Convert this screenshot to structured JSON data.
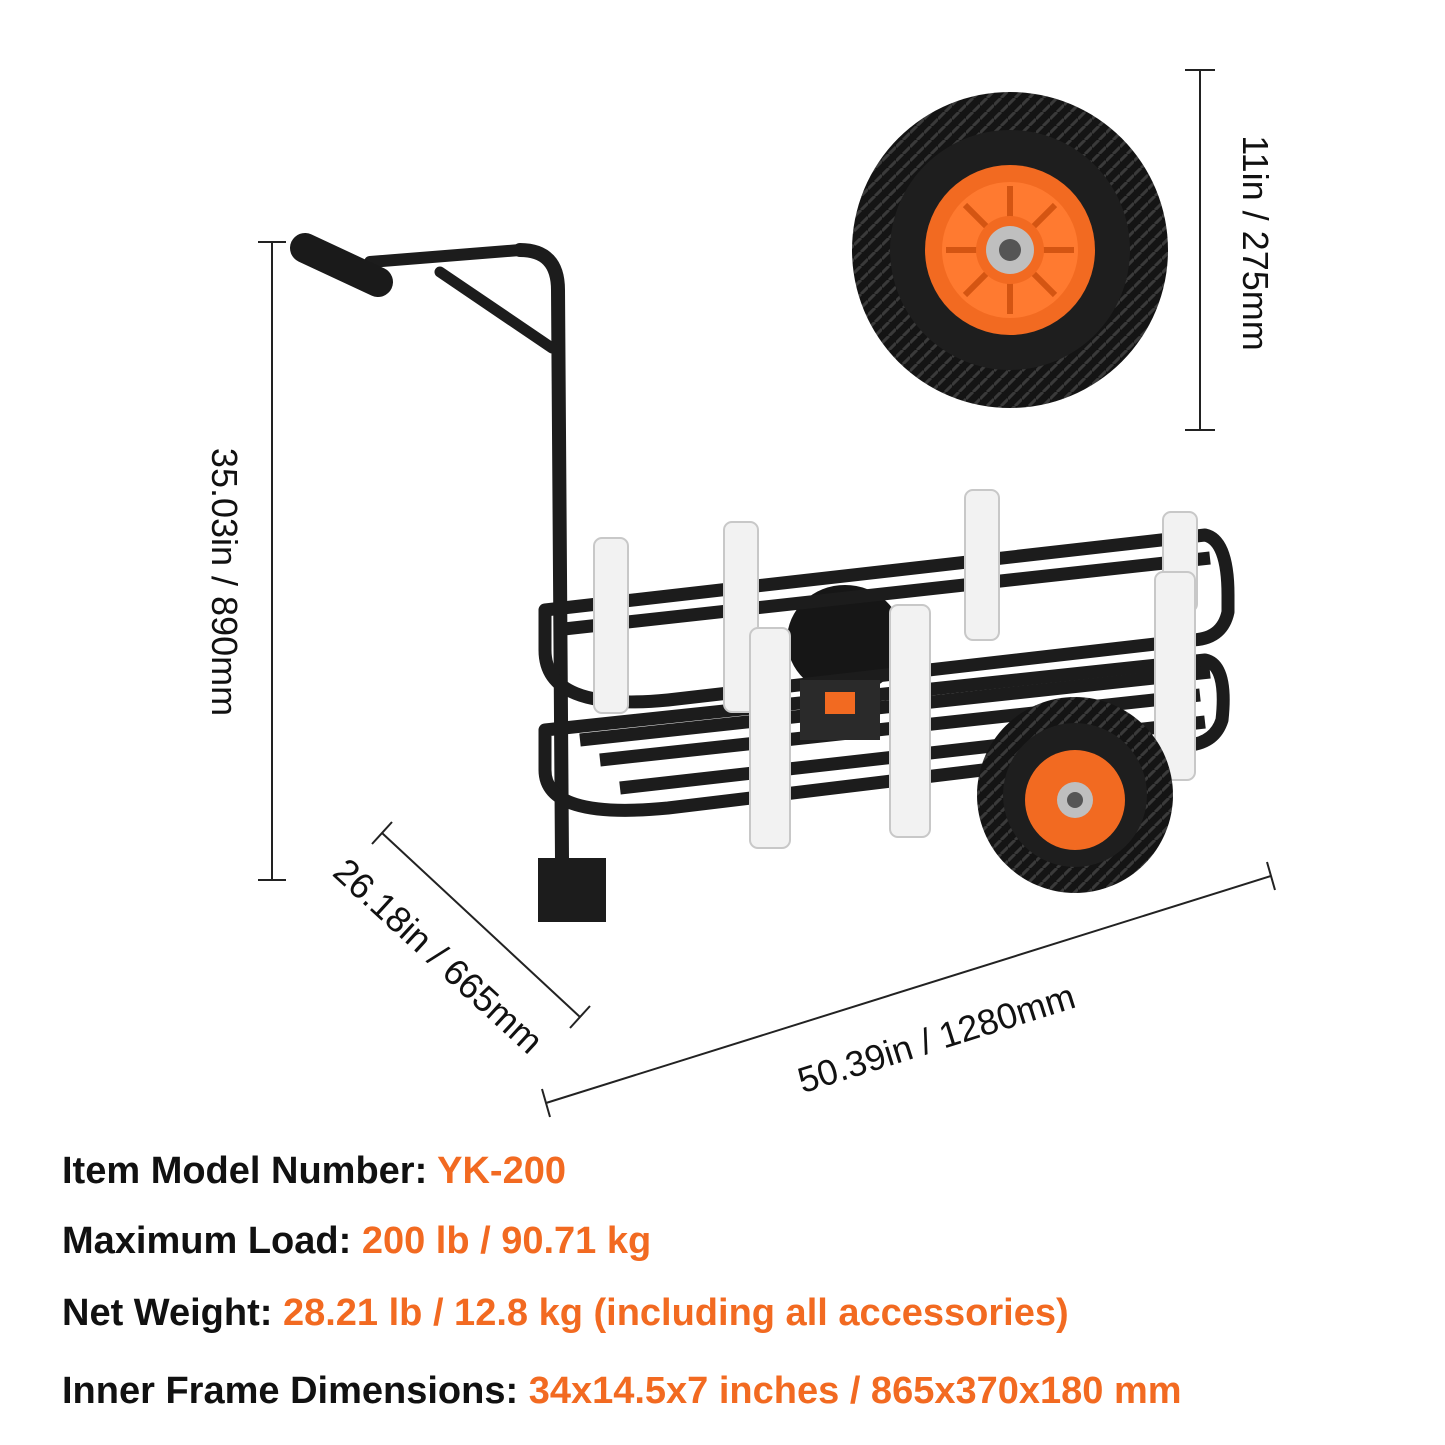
{
  "colors": {
    "accent_orange": "#f26a21",
    "frame_black": "#1c1c1c",
    "holder_white": "#f2f2f2",
    "text_dark": "#111111"
  },
  "dimensions": {
    "wheel_diameter": "11in / 275mm",
    "height": "35.03in / 890mm",
    "width": "26.18in / 665mm",
    "length": "50.39in / 1280mm"
  },
  "specs": {
    "model": {
      "label": "Item Model Number:",
      "value": "YK-200"
    },
    "max_load": {
      "label": "Maximum Load:",
      "value": "200 lb / 90.71 kg"
    },
    "net_weight": {
      "label": "Net Weight:",
      "value": "28.21 lb / 12.8 kg (including all accessories)"
    },
    "inner_frame": {
      "label": "Inner Frame Dimensions:",
      "value": "34x14.5x7 inches / 865x370x180 mm"
    }
  }
}
